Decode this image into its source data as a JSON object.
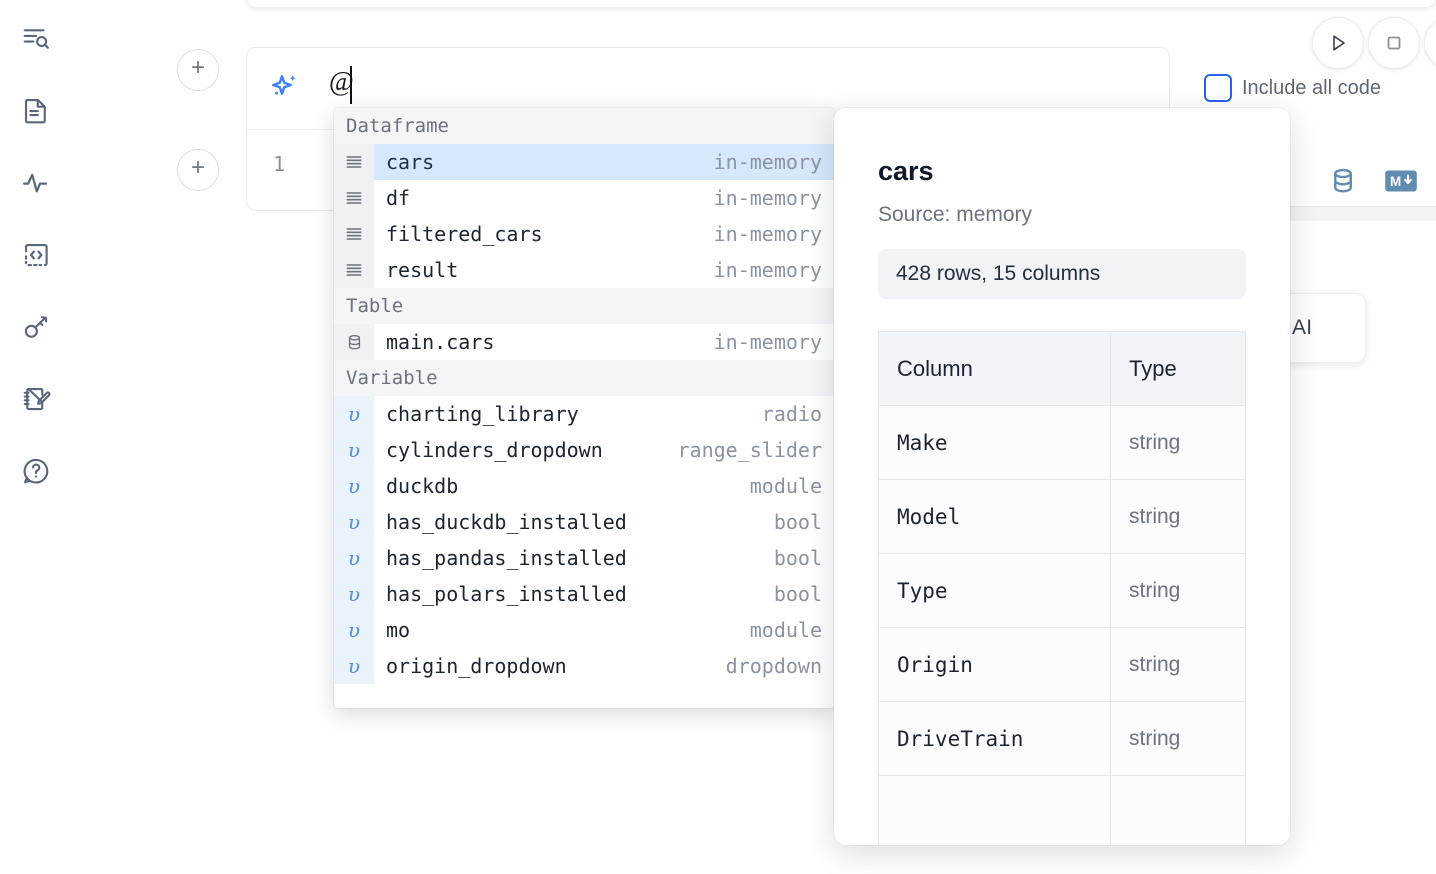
{
  "sidebar": {
    "items": [
      {
        "name": "outline-search-icon",
        "label": "Explore"
      },
      {
        "name": "file-document-icon",
        "label": "Files"
      },
      {
        "name": "activity-pulse-icon",
        "label": "Variables"
      },
      {
        "name": "code-brackets-icon",
        "label": "Snippets"
      },
      {
        "name": "key-icon",
        "label": "Secrets"
      },
      {
        "name": "notebook-edit-icon",
        "label": "Scratchpad"
      },
      {
        "name": "help-chat-icon",
        "label": "Help"
      }
    ]
  },
  "toolbar": {
    "run_label": "Run",
    "stop_label": "Stop",
    "more_label": "More",
    "include_all_code_label": "Include all code",
    "include_all_code_checked": false,
    "database_icon_label": "Connect data source",
    "markdown_icon_label": "Convert to markdown"
  },
  "ai_cell": {
    "icon": "sparkle-icon",
    "prompt_value": "@",
    "add_cell_label": "+"
  },
  "code_cell": {
    "line_number": "1",
    "add_cell_label": "+"
  },
  "floating_chip": {
    "text": "h AI"
  },
  "autocomplete": {
    "groups": [
      {
        "label": "Dataframe",
        "items": [
          {
            "icon": "dataframe-icon",
            "name": "cars",
            "type": "in-memory",
            "kind": "df",
            "selected": true
          },
          {
            "icon": "dataframe-icon",
            "name": "df",
            "type": "in-memory",
            "kind": "df",
            "selected": false
          },
          {
            "icon": "dataframe-icon",
            "name": "filtered_cars",
            "type": "in-memory",
            "kind": "df",
            "selected": false
          },
          {
            "icon": "dataframe-icon",
            "name": "result",
            "type": "in-memory",
            "kind": "df",
            "selected": false
          }
        ]
      },
      {
        "label": "Table",
        "items": [
          {
            "icon": "database-icon",
            "name": "main.cars",
            "type": "in-memory",
            "kind": "table",
            "selected": false
          }
        ]
      },
      {
        "label": "Variable",
        "items": [
          {
            "icon": "variable-icon",
            "name": "charting_library",
            "type": "radio",
            "kind": "var",
            "selected": false
          },
          {
            "icon": "variable-icon",
            "name": "cylinders_dropdown",
            "type": "range_slider",
            "kind": "var",
            "selected": false
          },
          {
            "icon": "variable-icon",
            "name": "duckdb",
            "type": "module",
            "kind": "var",
            "selected": false
          },
          {
            "icon": "variable-icon",
            "name": "has_duckdb_installed",
            "type": "bool",
            "kind": "var",
            "selected": false
          },
          {
            "icon": "variable-icon",
            "name": "has_pandas_installed",
            "type": "bool",
            "kind": "var",
            "selected": false
          },
          {
            "icon": "variable-icon",
            "name": "has_polars_installed",
            "type": "bool",
            "kind": "var",
            "selected": false
          },
          {
            "icon": "variable-icon",
            "name": "mo",
            "type": "module",
            "kind": "var",
            "selected": false
          },
          {
            "icon": "variable-icon",
            "name": "origin_dropdown",
            "type": "dropdown",
            "kind": "var",
            "selected": false
          }
        ]
      }
    ]
  },
  "preview": {
    "title": "cars",
    "source": "Source: memory",
    "shape": "428 rows, 15 columns",
    "table": {
      "headers": [
        "Column",
        "Type"
      ],
      "rows": [
        {
          "column": "Make",
          "type": "string"
        },
        {
          "column": "Model",
          "type": "string"
        },
        {
          "column": "Type",
          "type": "string"
        },
        {
          "column": "Origin",
          "type": "string"
        },
        {
          "column": "DriveTrain",
          "type": "string"
        }
      ]
    }
  },
  "colors": {
    "accent_blue": "#3b82f6",
    "selection_blue": "#d6e8fb",
    "icon_gray": "#5a667e",
    "output_icon_blue": "#5f8cb0"
  }
}
